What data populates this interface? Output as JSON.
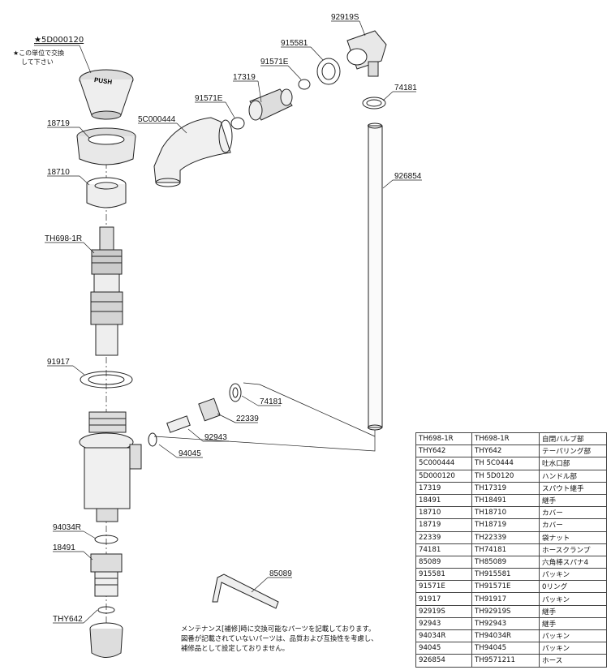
{
  "warning": {
    "code": "★5D000120",
    "line1": "★この単位で交換",
    "line2": "して下さい"
  },
  "push_label": "PUSH",
  "callouts": {
    "c_5D000120": "★5D000120",
    "c_18719": "18719",
    "c_18710": "18710",
    "c_TH698": "TH698-1R",
    "c_91917": "91917",
    "c_94034R": "94034R",
    "c_18491": "18491",
    "c_THY642": "THY642",
    "c_5C000444": "5C000444",
    "c_91571E_a": "91571E",
    "c_17319": "17319",
    "c_91571E_b": "91571E",
    "c_915581": "915581",
    "c_92919S": "92919S",
    "c_74181_a": "74181",
    "c_926854": "926854",
    "c_74181_b": "74181",
    "c_22339": "22339",
    "c_92943": "92943",
    "c_94045": "94045",
    "c_85089": "85089"
  },
  "note_lines": [
    "メンテナンス[補修]時に交換可能なパーツを記載しております。",
    "図番が記載されていないパーツは、品質および互換性を考慮し、",
    "補修品として設定しておりません。"
  ],
  "parts_table": [
    [
      "TH698-1R",
      "TH698-1R",
      "自閉バルブ部"
    ],
    [
      "THY642",
      "THY642",
      "テーパリング部"
    ],
    [
      "5C000444",
      "TH 5C0444",
      "吐水口部"
    ],
    [
      "5D000120",
      "TH 5D0120",
      "ハンドル部"
    ],
    [
      "17319",
      "TH17319",
      "スパウト継手"
    ],
    [
      "18491",
      "TH18491",
      "継手"
    ],
    [
      "18710",
      "TH18710",
      "カバー"
    ],
    [
      "18719",
      "TH18719",
      "カバー"
    ],
    [
      "22339",
      "TH22339",
      "袋ナット"
    ],
    [
      "74181",
      "TH74181",
      "ホースクランプ"
    ],
    [
      "85089",
      "TH85089",
      "六角棒スパナ4"
    ],
    [
      "915581",
      "TH915581",
      "パッキン"
    ],
    [
      "91571E",
      "TH91571E",
      "0リング"
    ],
    [
      "91917",
      "TH91917",
      "パッキン"
    ],
    [
      "92919S",
      "TH92919S",
      "継手"
    ],
    [
      "92943",
      "TH92943",
      "継手"
    ],
    [
      "94034R",
      "TH94034R",
      "パッキン"
    ],
    [
      "94045",
      "TH94045",
      "パッキン"
    ],
    [
      "926854",
      "TH9571211",
      "ホース"
    ]
  ]
}
